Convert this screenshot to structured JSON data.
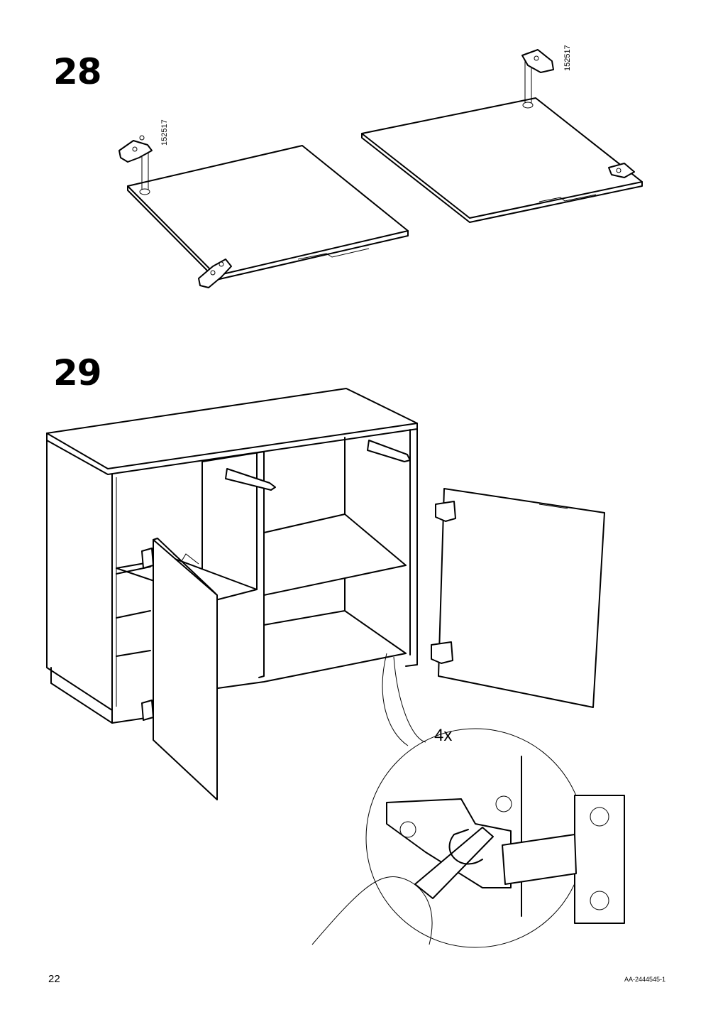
{
  "steps": [
    {
      "number": "28",
      "part_label_1": "152517",
      "part_label_2": "152517"
    },
    {
      "number": "29",
      "quantity": "4x"
    }
  ],
  "footer": {
    "page_number": "22",
    "document_code": "AA-2444545-1"
  }
}
